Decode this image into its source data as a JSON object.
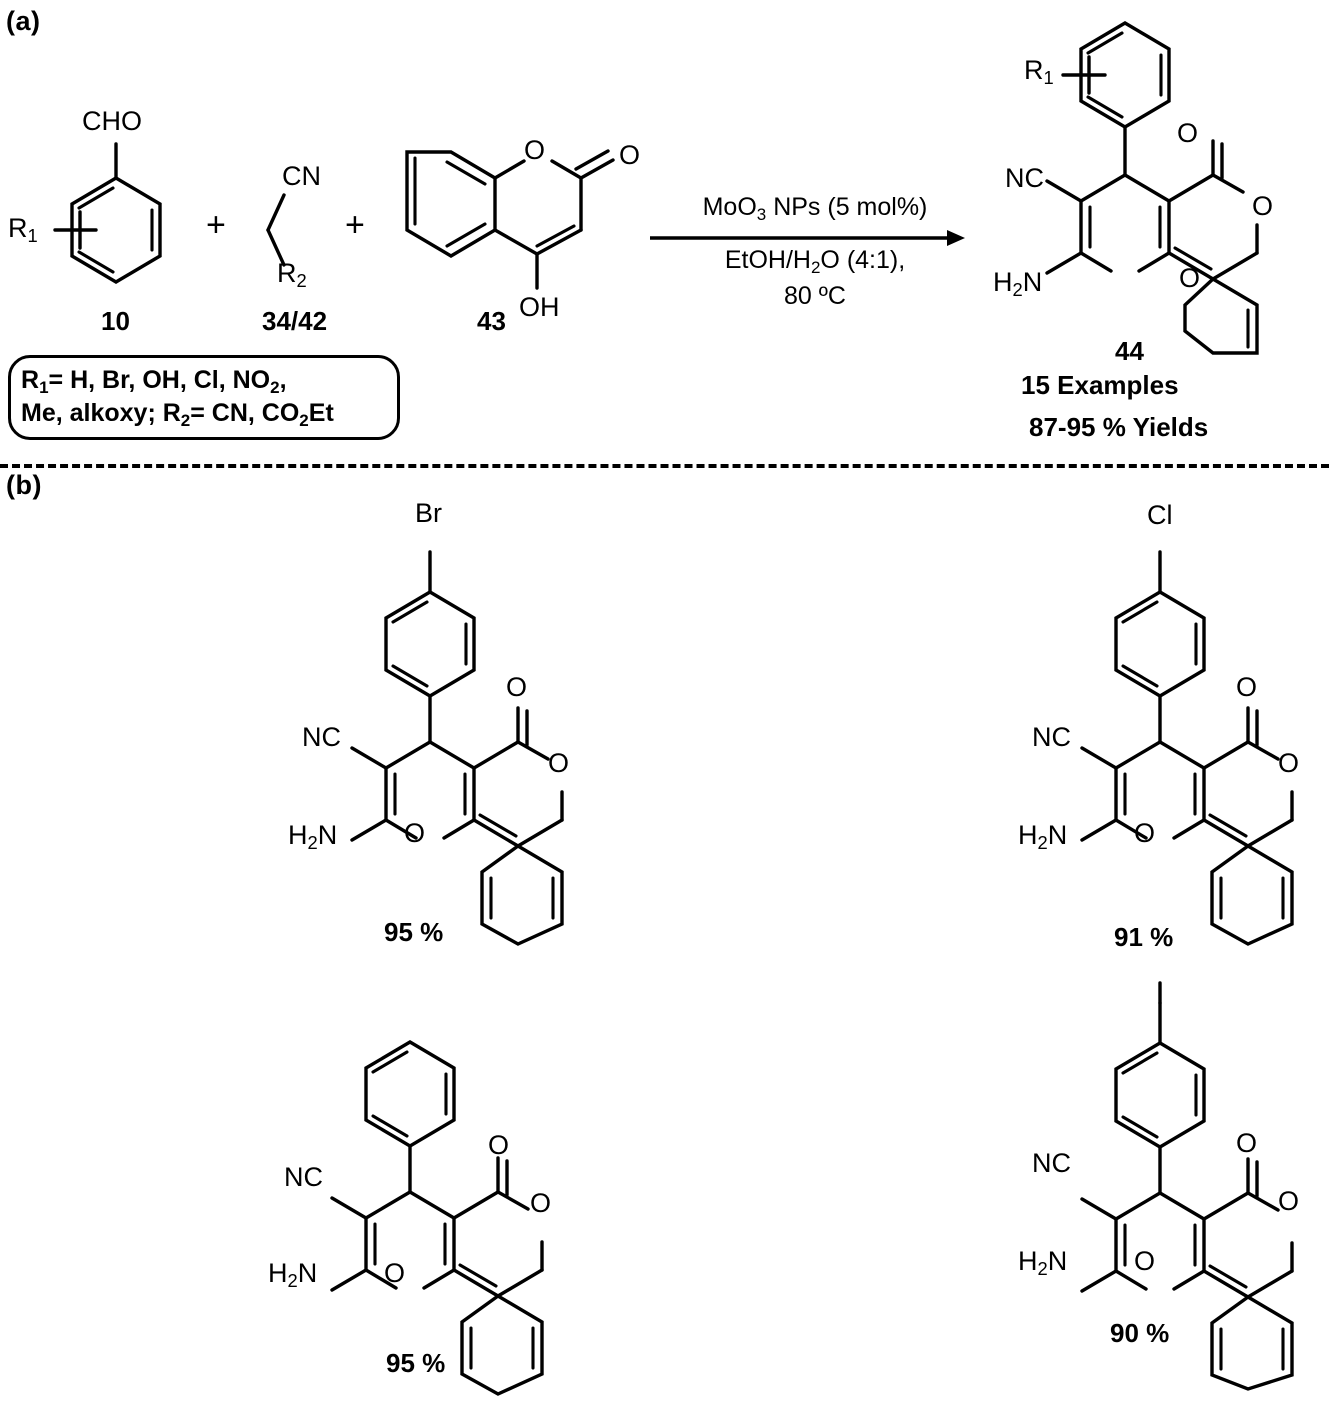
{
  "figure": {
    "panel_a_label": "(a)",
    "panel_b_label": "(b)"
  },
  "panel_a": {
    "reactants": [
      {
        "id": "r1",
        "number": "10",
        "name": "substituted benzaldehyde",
        "atom_labels": [
          "CHO",
          "R1"
        ]
      },
      {
        "id": "r2",
        "number": "34/42",
        "name": "active methylene nitrile",
        "atom_labels": [
          "CN",
          "R2"
        ]
      },
      {
        "id": "r3",
        "number": "43",
        "name": "4-hydroxycoumarin",
        "atom_labels": [
          "O",
          "O",
          "OH"
        ]
      }
    ],
    "plus_1": "+",
    "plus_2": "+",
    "conditions": {
      "above": "MoO3 NPs (5 mol%)",
      "below_line1": "EtOH/H2O (4:1),",
      "below_line2": "80 ºC"
    },
    "substituent_box": {
      "line1": "R1= H, Br, OH, Cl, NO2,",
      "line2": "Me, alkoxy; R2= CN, CO2Et"
    },
    "product": {
      "number": "44",
      "examples": "15 Examples",
      "yields": "87-95 % Yields",
      "atom_labels": [
        "R1",
        "NC",
        "H2N",
        "O",
        "O",
        "O"
      ]
    }
  },
  "panel_b": {
    "examples": [
      {
        "id": "b1",
        "substituent": "Br",
        "position": "para",
        "yield": "95 %",
        "atom_labels": [
          "Br",
          "NC",
          "H2N",
          "O",
          "O",
          "O"
        ]
      },
      {
        "id": "b2",
        "substituent": "Cl",
        "position": "para",
        "yield": "91 %",
        "atom_labels": [
          "Cl",
          "NC",
          "H2N",
          "O",
          "O",
          "O"
        ]
      },
      {
        "id": "b3",
        "substituent": "",
        "position": "none",
        "yield": "95 %",
        "atom_labels": [
          "NC",
          "H2N",
          "O",
          "O",
          "O"
        ]
      },
      {
        "id": "b4",
        "substituent": "Me",
        "position": "para",
        "yield": "90 %",
        "atom_labels": [
          "NC",
          "H2N",
          "O",
          "O",
          "O"
        ]
      }
    ]
  },
  "colors": {
    "ink": "#000000",
    "background": "#ffffff"
  }
}
